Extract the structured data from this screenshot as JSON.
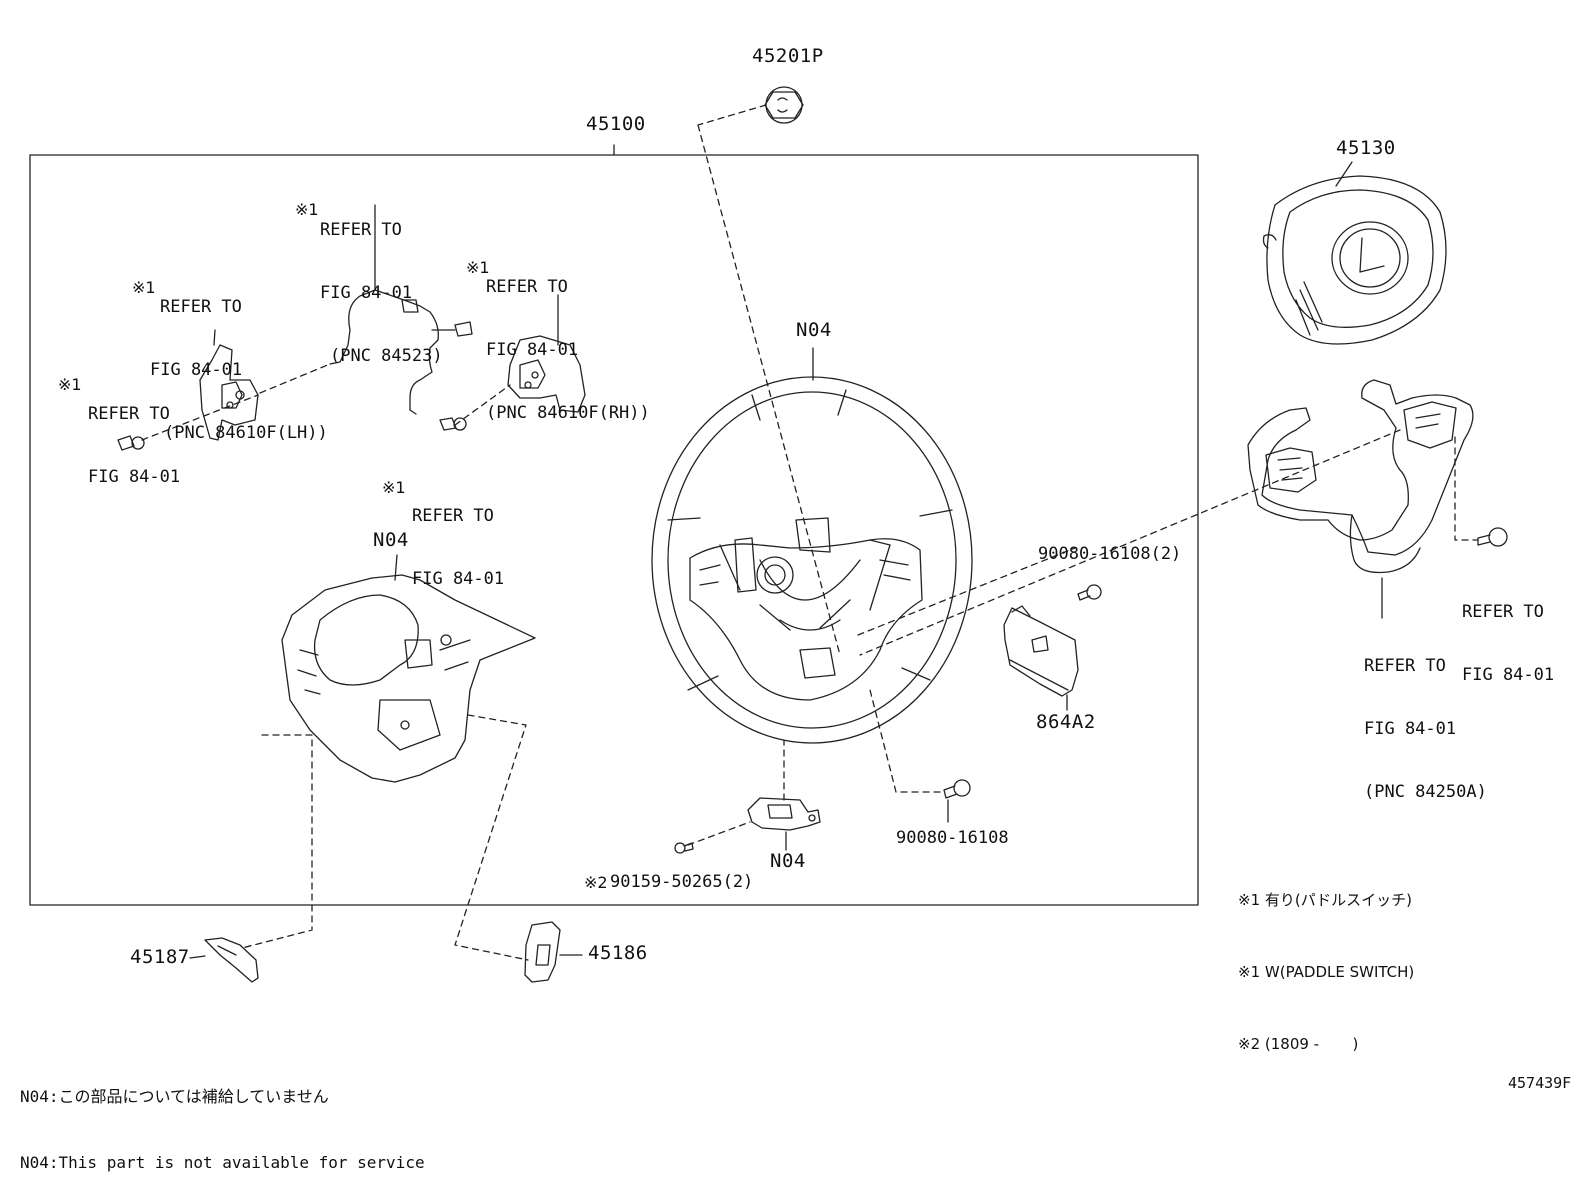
{
  "parts": {
    "p45201P": "45201P",
    "p45100": "45100",
    "p45130": "45130",
    "n04_wheel": "N04",
    "n04_cover": "N04",
    "n04_bracket": "N04",
    "p864A2": "864A2",
    "p90080_2": "90080-16108(2)",
    "p90080": "90080-16108",
    "p90159": "90159-50265(2)",
    "p45187": "45187",
    "p45186": "45186"
  },
  "marks": {
    "m1": "※1",
    "m2": "※2"
  },
  "refs": {
    "r_wire": [
      "REFER TO",
      "FIG 84-01",
      "(PNC 84523)"
    ],
    "r_lh": [
      "REFER TO",
      "FIG 84-01",
      "(PNC 84610F(LH))"
    ],
    "r_rh": [
      "REFER TO",
      "FIG 84-01",
      "(PNC 84610F(RH))"
    ],
    "r_screw_l": [
      "REFER TO",
      "FIG 84-01"
    ],
    "r_screw_c": [
      "REFER TO",
      "FIG 84-01"
    ],
    "r_right_screw": [
      "REFER TO",
      "FIG 84-01"
    ],
    "r_switch": [
      "REFER TO",
      "FIG 84-01",
      "(PNC 84250A)"
    ]
  },
  "notes": [
    "※1 有り(パドルスイッチ)",
    "※1 W(PADDLE SWITCH)",
    "※2 (1809 -       )"
  ],
  "footnotes": [
    "N04:この部品については補給していません",
    "N04:This part is not available for service"
  ],
  "figure_number": "457439F"
}
